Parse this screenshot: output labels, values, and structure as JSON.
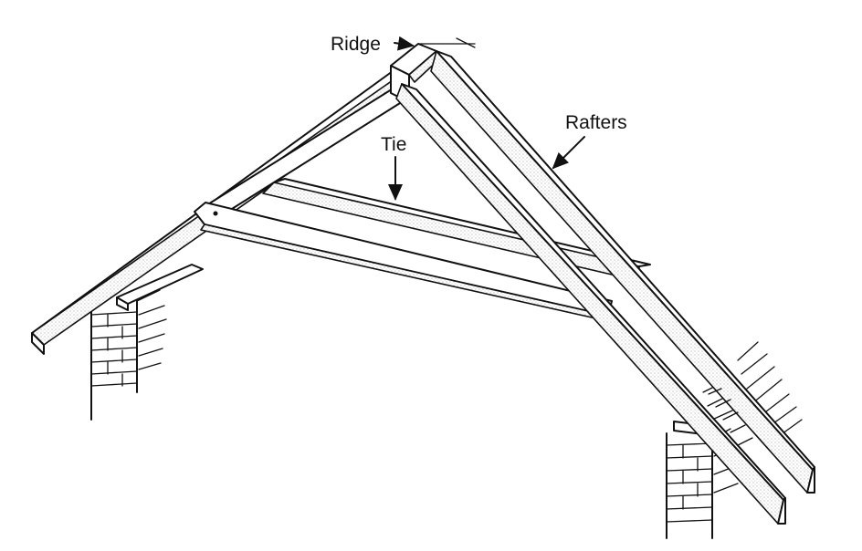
{
  "labels": {
    "ridge": "Ridge",
    "tie": "Tie",
    "rafters": "Rafters"
  }
}
